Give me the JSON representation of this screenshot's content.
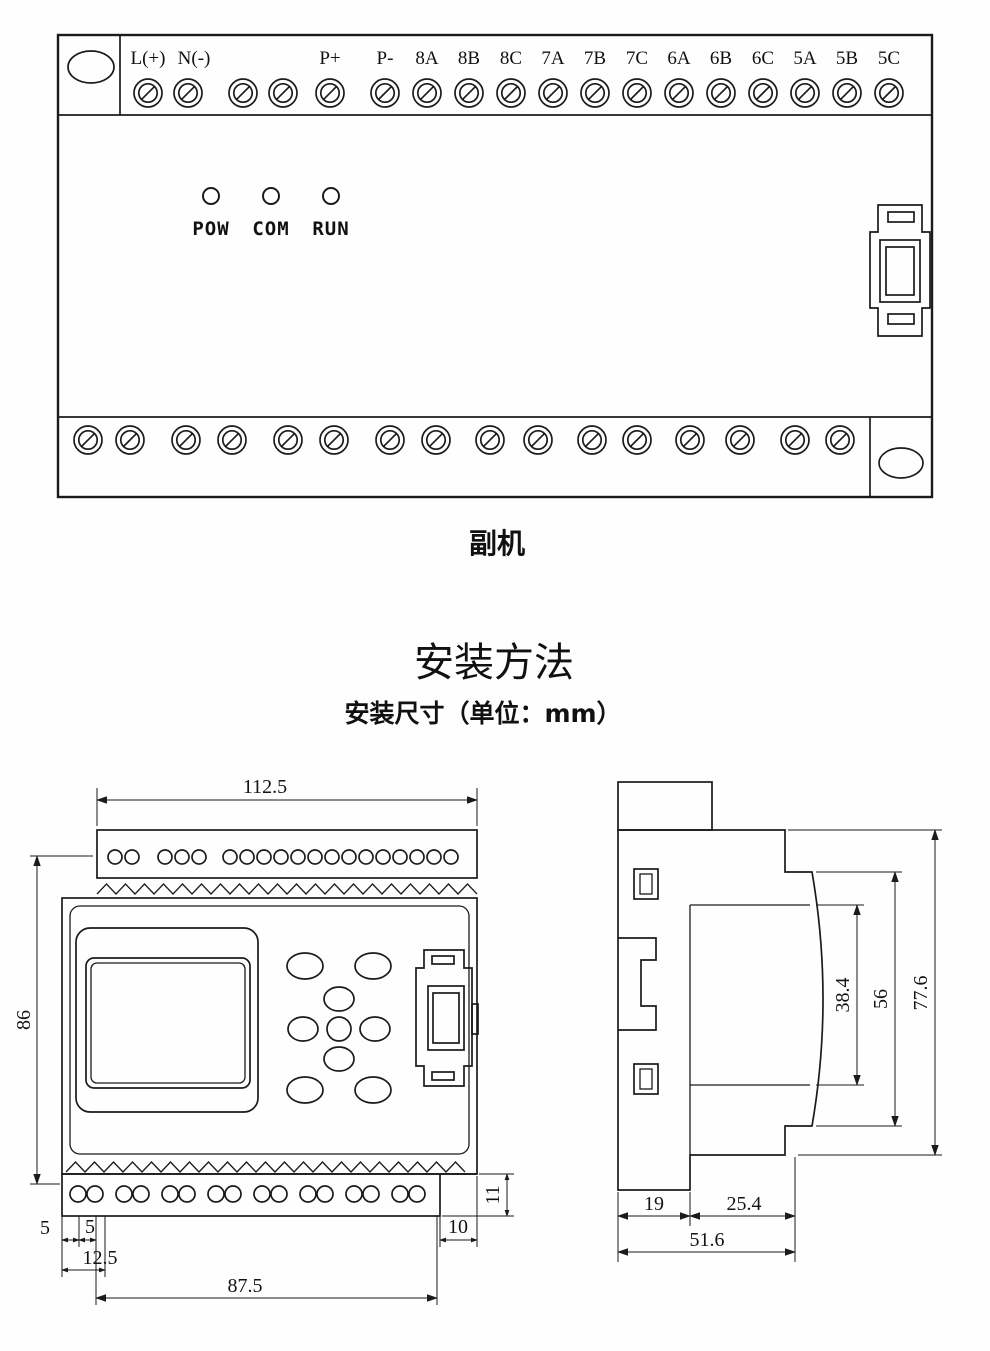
{
  "panel": {
    "terminal_labels": [
      "L(+)",
      "N(-)",
      "P+",
      "P-",
      "8A",
      "8B",
      "8C",
      "7A",
      "7B",
      "7C",
      "6A",
      "6B",
      "6C",
      "5A",
      "5B",
      "5C"
    ],
    "led_labels": [
      "POW",
      "COM",
      "RUN"
    ],
    "caption": "副机"
  },
  "installation": {
    "title": "安装方法",
    "subtitle": "安装尺寸（单位：mm）",
    "front_view": {
      "top_width": "112.5",
      "left_height": "86",
      "offset_left_1": "5",
      "offset_left_2": "5",
      "offset_left_total": "12.5",
      "bottom_width": "87.5",
      "step_width": "10",
      "strip_height": "11"
    },
    "side_view": {
      "panel_height": "38.4",
      "front_height": "56",
      "total_height": "77.6",
      "depth_back": "19",
      "depth_front": "25.4",
      "total_depth": "51.6"
    }
  }
}
